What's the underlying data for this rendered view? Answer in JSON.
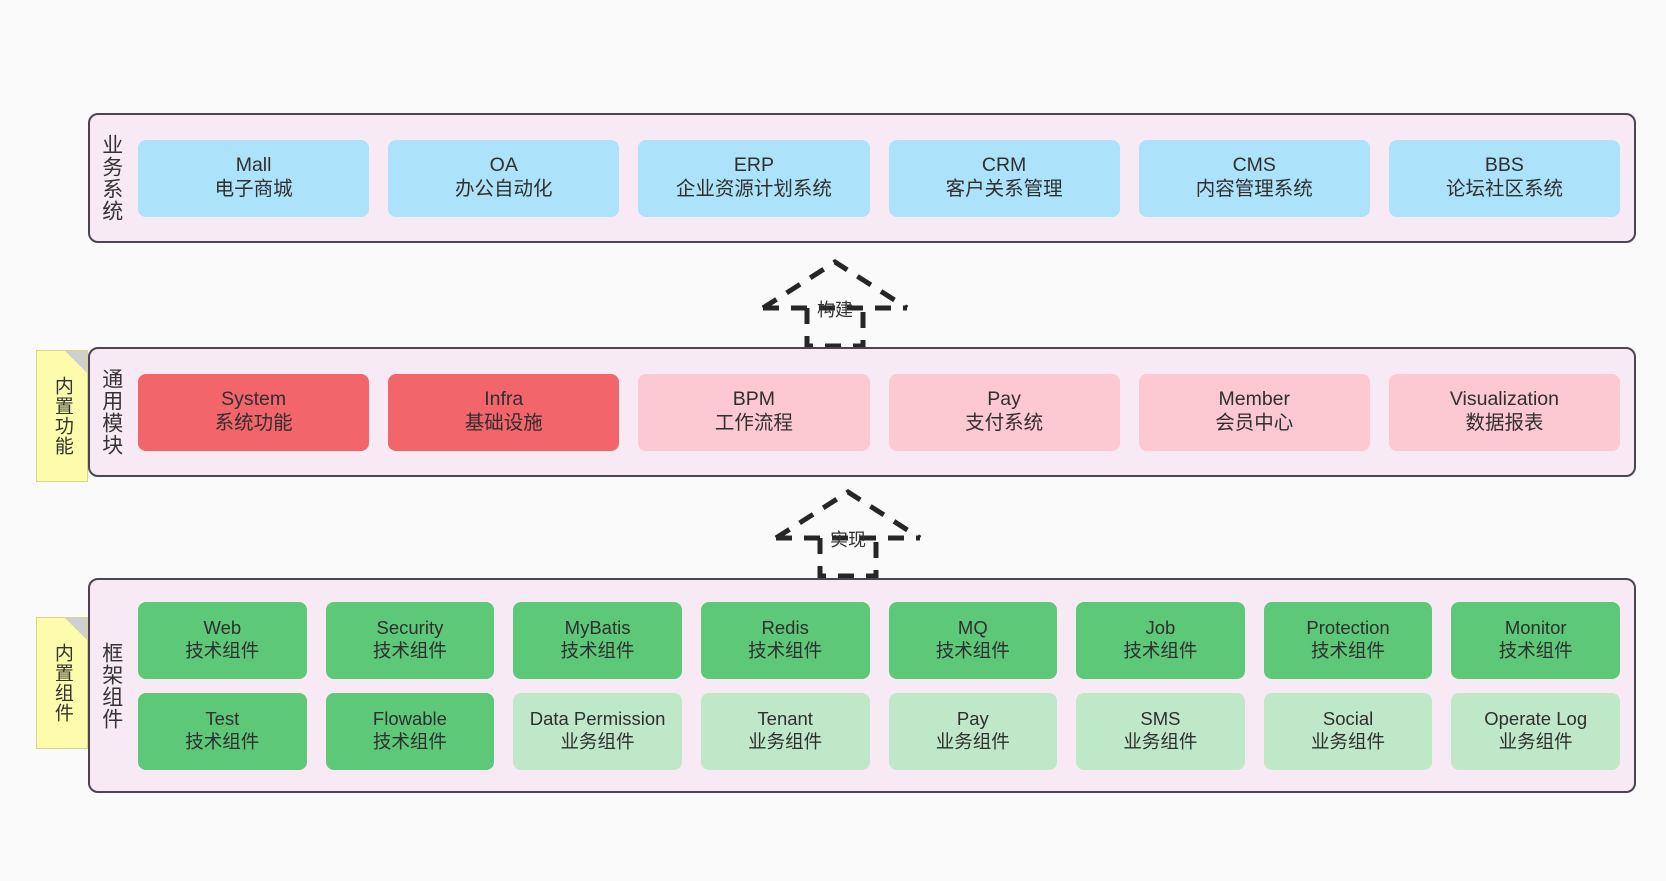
{
  "canvas": {
    "background": "#fafafa",
    "layer_background": "#f8eaf4",
    "layer_border": "#4a4453"
  },
  "notes": [
    {
      "name": "builtin-functions",
      "text": "内置功能",
      "color": "#fdfcad"
    },
    {
      "name": "builtin-components",
      "text": "内置组件",
      "color": "#fdfcad"
    }
  ],
  "arrows": [
    {
      "name": "build-arrow",
      "label": "构建",
      "style": "dashed-generalization"
    },
    {
      "name": "implement-arrow",
      "label": "实现",
      "style": "dashed-generalization"
    }
  ],
  "layers": [
    {
      "id": "business",
      "title": "业务系统",
      "color": "#ade3fa",
      "rows": [
        [
          {
            "name": "mall",
            "title": "Mall",
            "subtitle": "电子商城",
            "color": "#ade3fa"
          },
          {
            "name": "oa",
            "title": "OA",
            "subtitle": "办公自动化",
            "color": "#ade3fa"
          },
          {
            "name": "erp",
            "title": "ERP",
            "subtitle": "企业资源计划系统",
            "color": "#ade3fa"
          },
          {
            "name": "crm",
            "title": "CRM",
            "subtitle": "客户关系管理",
            "color": "#ade3fa"
          },
          {
            "name": "cms",
            "title": "CMS",
            "subtitle": "内容管理系统",
            "color": "#ade3fa"
          },
          {
            "name": "bbs",
            "title": "BBS",
            "subtitle": "论坛社区系统",
            "color": "#ade3fa"
          }
        ]
      ]
    },
    {
      "id": "modules",
      "title": "通用模块",
      "rows": [
        [
          {
            "name": "system",
            "title": "System",
            "subtitle": "系统功能",
            "color": "#f2656a"
          },
          {
            "name": "infra",
            "title": "Infra",
            "subtitle": "基础设施",
            "color": "#f2656a"
          },
          {
            "name": "bpm",
            "title": "BPM",
            "subtitle": "工作流程",
            "color": "#fcc8d1"
          },
          {
            "name": "pay",
            "title": "Pay",
            "subtitle": "支付系统",
            "color": "#fcc8d1"
          },
          {
            "name": "member",
            "title": "Member",
            "subtitle": "会员中心",
            "color": "#fcc8d1"
          },
          {
            "name": "visualization",
            "title": "Visualization",
            "subtitle": "数据报表",
            "color": "#fcc8d1"
          }
        ]
      ]
    },
    {
      "id": "framework",
      "title": "框架组件",
      "rows": [
        [
          {
            "name": "web",
            "title": "Web",
            "subtitle": "技术组件",
            "color": "#5dc878"
          },
          {
            "name": "security",
            "title": "Security",
            "subtitle": "技术组件",
            "color": "#5dc878"
          },
          {
            "name": "mybatis",
            "title": "MyBatis",
            "subtitle": "技术组件",
            "color": "#5dc878"
          },
          {
            "name": "redis",
            "title": "Redis",
            "subtitle": "技术组件",
            "color": "#5dc878"
          },
          {
            "name": "mq",
            "title": "MQ",
            "subtitle": "技术组件",
            "color": "#5dc878"
          },
          {
            "name": "job",
            "title": "Job",
            "subtitle": "技术组件",
            "color": "#5dc878"
          },
          {
            "name": "protection",
            "title": "Protection",
            "subtitle": "技术组件",
            "color": "#5dc878"
          },
          {
            "name": "monitor",
            "title": "Monitor",
            "subtitle": "技术组件",
            "color": "#5dc878"
          }
        ],
        [
          {
            "name": "test",
            "title": "Test",
            "subtitle": "技术组件",
            "color": "#5dc878"
          },
          {
            "name": "flowable",
            "title": "Flowable",
            "subtitle": "技术组件",
            "color": "#5dc878"
          },
          {
            "name": "data-permission",
            "title": "Data Permission",
            "subtitle": "业务组件",
            "color": "#bfe8c8"
          },
          {
            "name": "tenant",
            "title": "Tenant",
            "subtitle": "业务组件",
            "color": "#bfe8c8"
          },
          {
            "name": "pay-biz",
            "title": "Pay",
            "subtitle": "业务组件",
            "color": "#bfe8c8"
          },
          {
            "name": "sms",
            "title": "SMS",
            "subtitle": "业务组件",
            "color": "#bfe8c8"
          },
          {
            "name": "social",
            "title": "Social",
            "subtitle": "业务组件",
            "color": "#bfe8c8"
          },
          {
            "name": "operate-log",
            "title": "Operate Log",
            "subtitle": "业务组件",
            "color": "#bfe8c8"
          }
        ]
      ]
    }
  ]
}
